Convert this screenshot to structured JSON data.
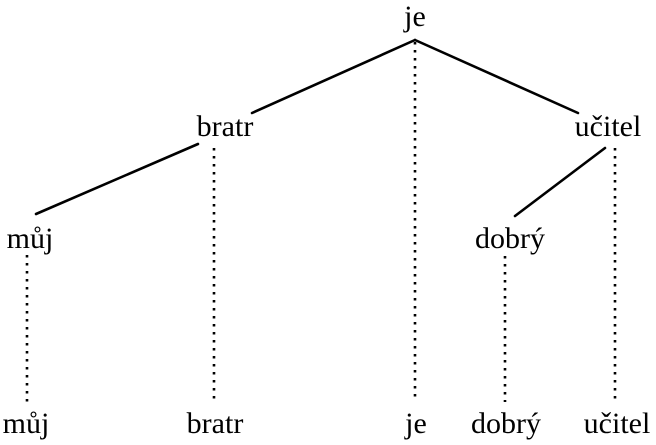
{
  "tree": {
    "nodes": [
      {
        "id": "je",
        "label": "je"
      },
      {
        "id": "bratr",
        "label": "bratr"
      },
      {
        "id": "ucitel",
        "label": "učitel"
      },
      {
        "id": "muj",
        "label": "můj"
      },
      {
        "id": "dobry",
        "label": "dobrý"
      }
    ],
    "edges": [
      {
        "from": "je",
        "to": "bratr"
      },
      {
        "from": "je",
        "to": "ucitel"
      },
      {
        "from": "bratr",
        "to": "muj"
      },
      {
        "from": "ucitel",
        "to": "dobry"
      }
    ],
    "words": [
      {
        "id": "muj",
        "label": "můj"
      },
      {
        "id": "bratr",
        "label": "bratr"
      },
      {
        "id": "je",
        "label": "je"
      },
      {
        "id": "dobry",
        "label": "dobrý"
      },
      {
        "id": "ucitel",
        "label": "učitel"
      }
    ]
  }
}
